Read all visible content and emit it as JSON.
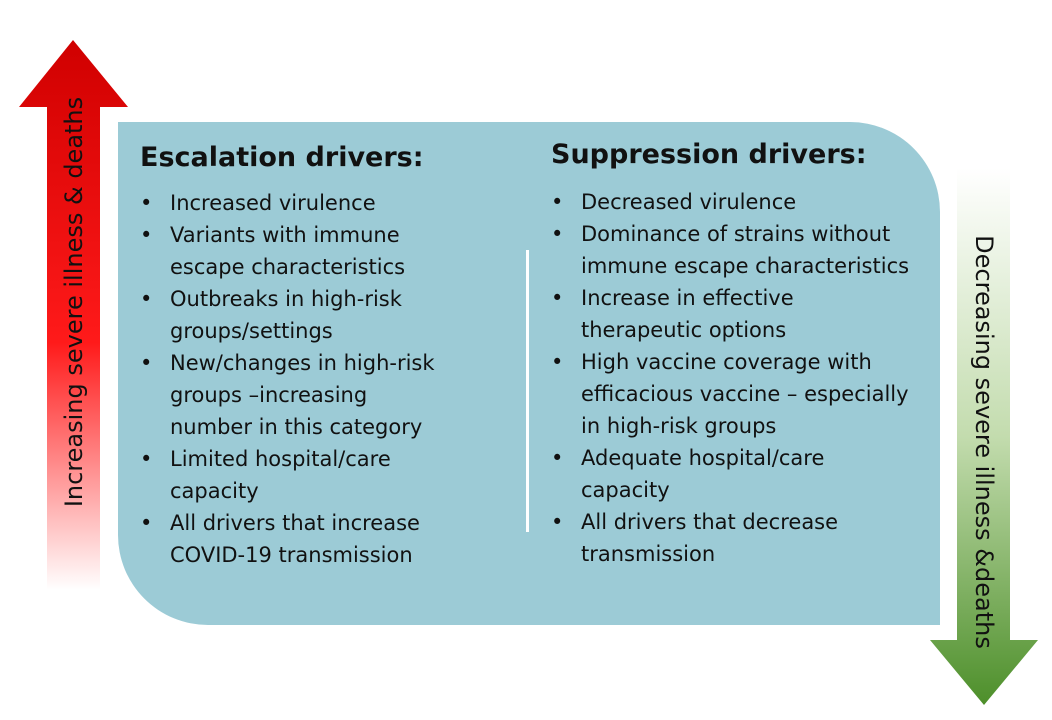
{
  "left_arrow": {
    "label": "Increasing severe illness & deaths",
    "color": "#ee0000"
  },
  "right_arrow": {
    "label": "Decreasing severe illness &deaths",
    "color": "#5a9a32"
  },
  "escalation": {
    "title": "Escalation drivers:",
    "items": [
      "Increased virulence",
      "Variants with immune escape characteristics",
      "Outbreaks in high-risk groups/settings",
      "New/changes in high-risk groups –increasing number in this category",
      "Limited hospital/care capacity",
      "All drivers that increase COVID-19 transmission"
    ]
  },
  "suppression": {
    "title": "Suppression drivers:",
    "items": [
      "Decreased virulence",
      "Dominance of strains without immune escape characteristics",
      "Increase in effective therapeutic options",
      "High vaccine coverage with efficacious vaccine – especially in high-risk groups",
      "Adequate hospital/care capacity",
      "All drivers that decrease transmission"
    ]
  },
  "box_color": "#9ccbd6"
}
